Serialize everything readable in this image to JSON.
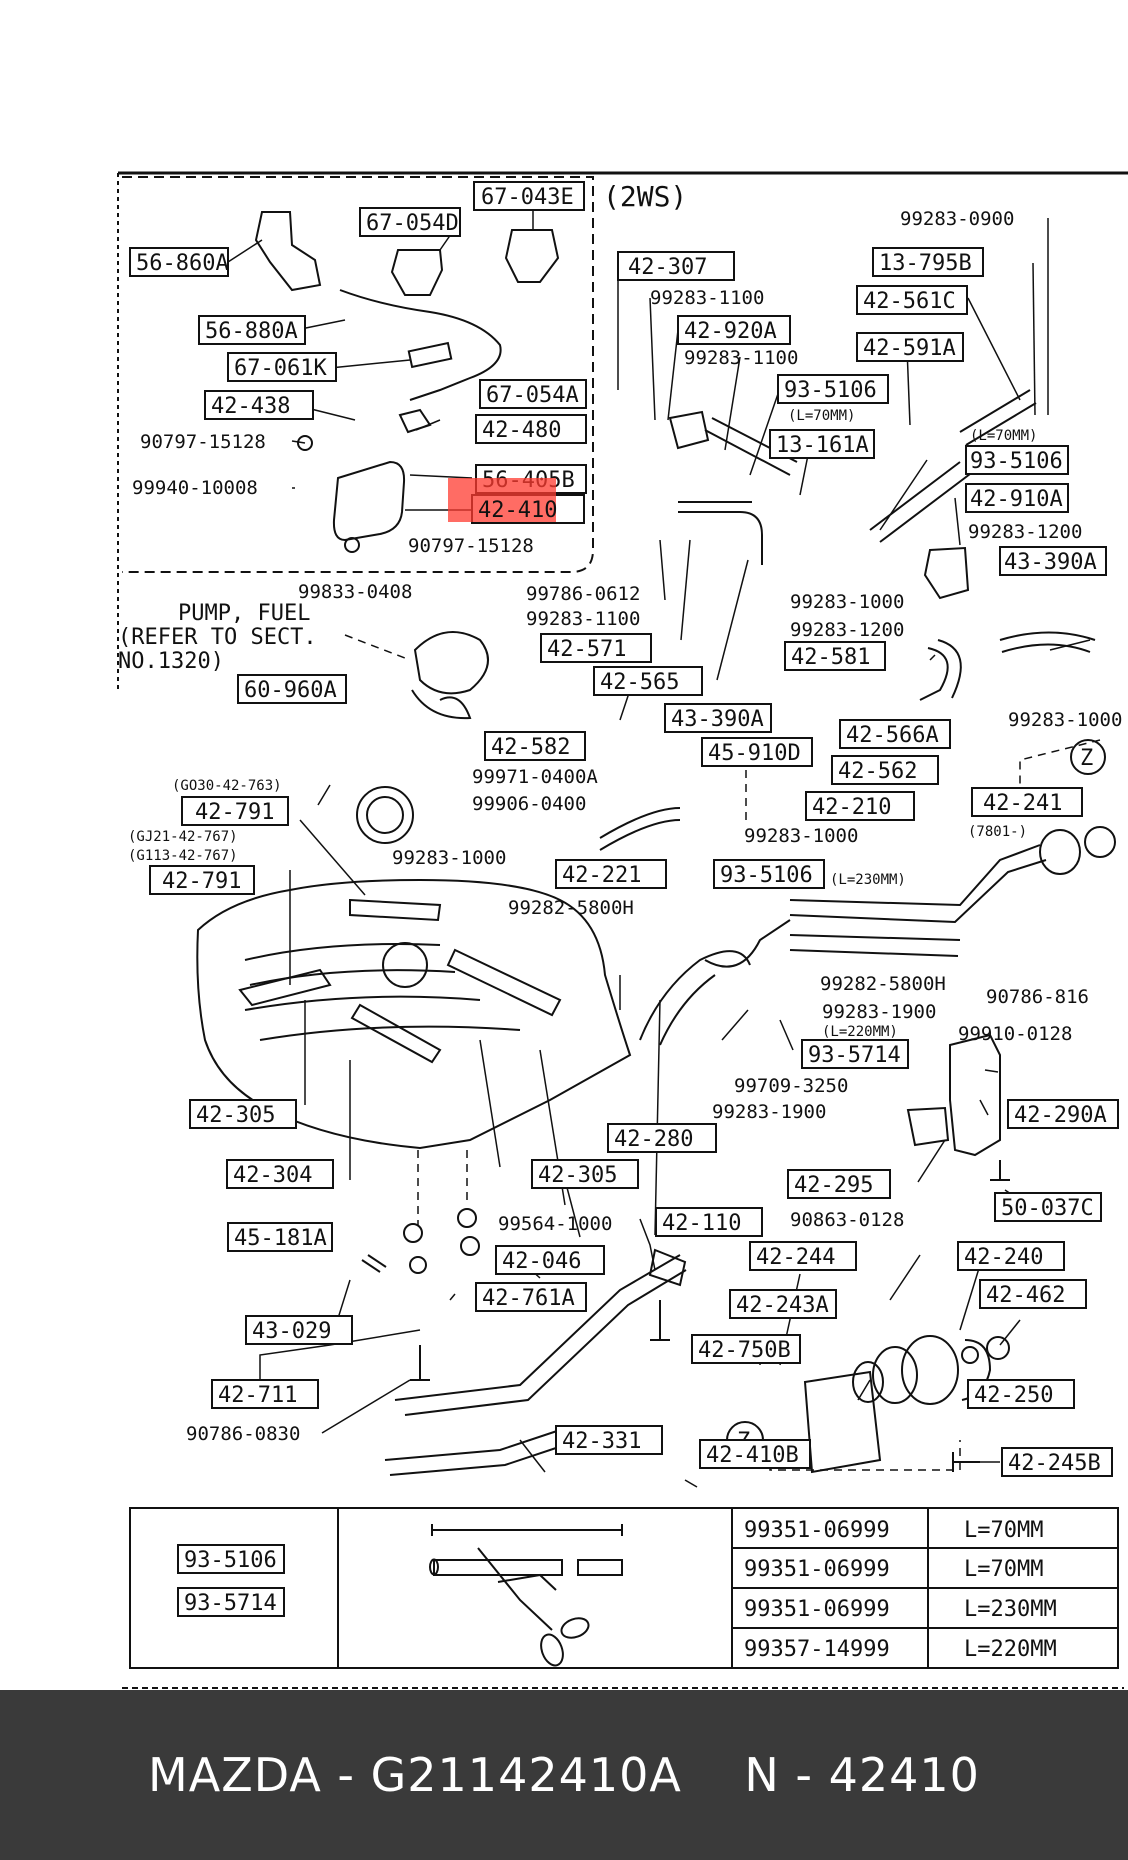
{
  "diagram": {
    "variant_label": "(2WS)",
    "pump_note": [
      "PUMP, FUEL",
      "(REFER TO SECT.",
      "NO.1320)"
    ],
    "highlight_color": "#ff3b30",
    "parts": [
      {
        "id": "p1",
        "label": "56-860A"
      },
      {
        "id": "p2",
        "label": "67-054D"
      },
      {
        "id": "p3",
        "label": "67-043E"
      },
      {
        "id": "p4",
        "label": "56-880A"
      },
      {
        "id": "p5",
        "label": "67-061K"
      },
      {
        "id": "p6",
        "label": "42-438"
      },
      {
        "id": "p7",
        "label": "67-054A"
      },
      {
        "id": "p8",
        "label": "42-480"
      },
      {
        "id": "p9",
        "label": "56-405B"
      },
      {
        "id": "p10",
        "label": "42-410",
        "highlight": true
      },
      {
        "id": "p11",
        "label": "42-307"
      },
      {
        "id": "p12",
        "label": "42-920A"
      },
      {
        "id": "p13",
        "label": "93-5106"
      },
      {
        "id": "p14",
        "label": "13-161A"
      },
      {
        "id": "p15",
        "label": "13-795B"
      },
      {
        "id": "p16",
        "label": "42-561C"
      },
      {
        "id": "p17",
        "label": "42-591A"
      },
      {
        "id": "p18",
        "label": "93-5106"
      },
      {
        "id": "p19",
        "label": "42-910A"
      },
      {
        "id": "p20",
        "label": "43-390A"
      },
      {
        "id": "p21",
        "label": "42-571"
      },
      {
        "id": "p22",
        "label": "42-565"
      },
      {
        "id": "p23",
        "label": "42-581"
      },
      {
        "id": "p24",
        "label": "60-960A"
      },
      {
        "id": "p25",
        "label": "43-390A"
      },
      {
        "id": "p26",
        "label": "42-582"
      },
      {
        "id": "p27",
        "label": "45-910D"
      },
      {
        "id": "p28",
        "label": "42-566A"
      },
      {
        "id": "p29",
        "label": "42-562"
      },
      {
        "id": "p30",
        "label": "42-791"
      },
      {
        "id": "p31",
        "label": "42-791"
      },
      {
        "id": "p32",
        "label": "42-210"
      },
      {
        "id": "p33",
        "label": "42-241"
      },
      {
        "id": "p34",
        "label": "42-221"
      },
      {
        "id": "p35",
        "label": "93-5106"
      },
      {
        "id": "p36",
        "label": "93-5714"
      },
      {
        "id": "p37",
        "label": "42-305"
      },
      {
        "id": "p38",
        "label": "42-304"
      },
      {
        "id": "p39",
        "label": "42-305"
      },
      {
        "id": "p40",
        "label": "42-280"
      },
      {
        "id": "p41",
        "label": "42-290A"
      },
      {
        "id": "p42",
        "label": "42-295"
      },
      {
        "id": "p43",
        "label": "50-037C"
      },
      {
        "id": "p44",
        "label": "45-181A"
      },
      {
        "id": "p45",
        "label": "42-110"
      },
      {
        "id": "p46",
        "label": "42-046"
      },
      {
        "id": "p47",
        "label": "42-761A"
      },
      {
        "id": "p48",
        "label": "42-244"
      },
      {
        "id": "p49",
        "label": "42-240"
      },
      {
        "id": "p50",
        "label": "42-243A"
      },
      {
        "id": "p51",
        "label": "42-462"
      },
      {
        "id": "p52",
        "label": "43-029"
      },
      {
        "id": "p53",
        "label": "42-750B"
      },
      {
        "id": "p54",
        "label": "42-711"
      },
      {
        "id": "p55",
        "label": "42-250"
      },
      {
        "id": "p56",
        "label": "42-331"
      },
      {
        "id": "p57",
        "label": "42-410B"
      },
      {
        "id": "p58",
        "label": "42-245B"
      }
    ],
    "notes": [
      {
        "id": "n1",
        "text": "90797-15128"
      },
      {
        "id": "n2",
        "text": "99940-10008"
      },
      {
        "id": "n3",
        "text": "90797-15128"
      },
      {
        "id": "n4",
        "text": "99283-0900"
      },
      {
        "id": "n5",
        "text": "99283-1100"
      },
      {
        "id": "n6",
        "text": "99283-1100"
      },
      {
        "id": "n7",
        "text": "(L=70MM)"
      },
      {
        "id": "n8",
        "text": "(L=70MM)"
      },
      {
        "id": "n9",
        "text": "99283-1200"
      },
      {
        "id": "n10",
        "text": "99786-0612"
      },
      {
        "id": "n11",
        "text": "99283-1100"
      },
      {
        "id": "n12",
        "text": "99283-1000"
      },
      {
        "id": "n13",
        "text": "99283-1200"
      },
      {
        "id": "n14",
        "text": "99833-0408"
      },
      {
        "id": "n15",
        "text": "99283-1000"
      },
      {
        "id": "n16",
        "text": "(GO30-42-763)"
      },
      {
        "id": "n17",
        "text": "99971-0400A"
      },
      {
        "id": "n18",
        "text": "99906-0400"
      },
      {
        "id": "n19",
        "text": "(GJ21-42-767)"
      },
      {
        "id": "n20",
        "text": "(G113-42-767)"
      },
      {
        "id": "n21",
        "text": "99283-1000"
      },
      {
        "id": "n22",
        "text": "99283-1000"
      },
      {
        "id": "n23",
        "text": "(7801-)"
      },
      {
        "id": "n24",
        "text": "(L=230MM)"
      },
      {
        "id": "n25",
        "text": "99282-5800H"
      },
      {
        "id": "n26",
        "text": "99282-5800H"
      },
      {
        "id": "n27",
        "text": "90786-816"
      },
      {
        "id": "n28",
        "text": "99283-1900"
      },
      {
        "id": "n29",
        "text": "(L=220MM)"
      },
      {
        "id": "n30",
        "text": "99910-0128"
      },
      {
        "id": "n31",
        "text": "99709-3250"
      },
      {
        "id": "n32",
        "text": "99283-1900"
      },
      {
        "id": "n33",
        "text": "99564-1000"
      },
      {
        "id": "n34",
        "text": "90863-0128"
      },
      {
        "id": "n35",
        "text": "90786-0830"
      }
    ],
    "z_markers": [
      "Z",
      "Z"
    ]
  },
  "hose_table": {
    "parts": [
      "93-5106",
      "93-5714"
    ],
    "rows": [
      {
        "part_no": "99351-06999",
        "length": "L=70MM"
      },
      {
        "part_no": "99351-06999",
        "length": "L=70MM"
      },
      {
        "part_no": "99351-06999",
        "length": "L=230MM"
      },
      {
        "part_no": "99357-14999",
        "length": "L=220MM"
      }
    ]
  },
  "footer": {
    "caption": "MAZDA - G21142410A    N - 42410"
  }
}
